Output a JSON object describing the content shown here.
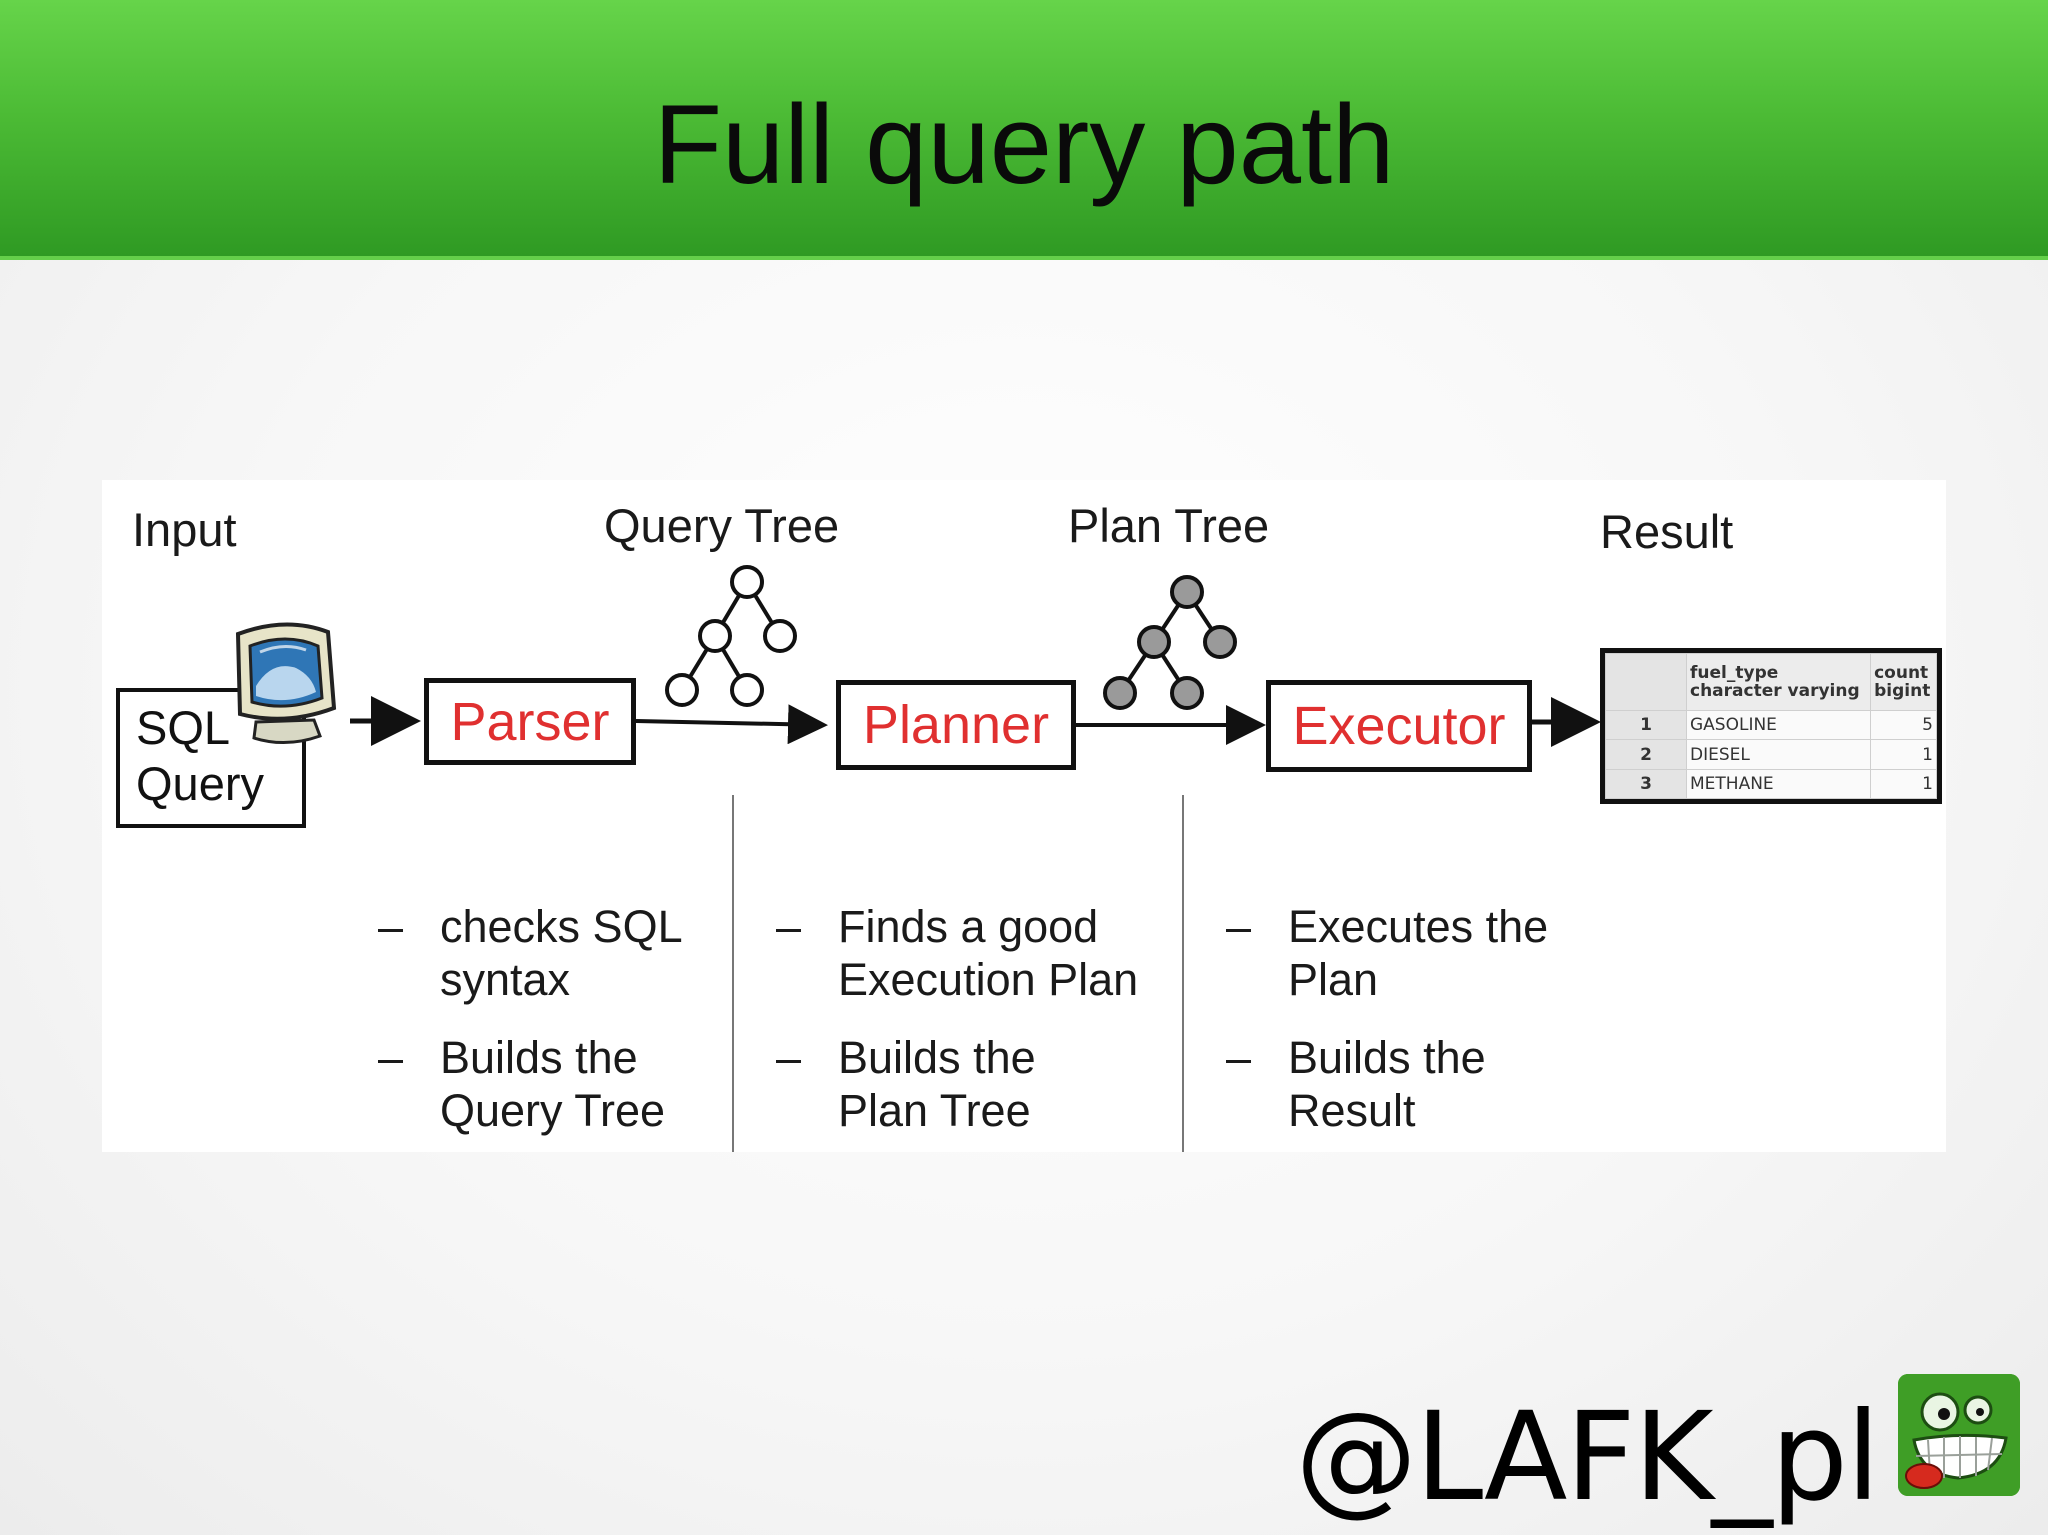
{
  "slide": {
    "title": "Full query path",
    "handle": "@LAFK_pl"
  },
  "diagram": {
    "labels": {
      "input": "Input",
      "query_tree": "Query Tree",
      "plan_tree": "Plan Tree",
      "result": "Result"
    },
    "sql_query": {
      "line1": "SQL",
      "line2": "Query"
    },
    "stages": {
      "parser": "Parser",
      "planner": "Planner",
      "executor": "Executor"
    },
    "descriptions": {
      "parser": [
        {
          "dash": "–",
          "text1": "checks SQL",
          "text2": "syntax"
        },
        {
          "dash": "–",
          "text1": "Builds the",
          "text2": "Query Tree"
        }
      ],
      "planner": [
        {
          "dash": "–",
          "text1": "Finds a good",
          "text2": "Execution Plan"
        },
        {
          "dash": "–",
          "text1": "Builds the",
          "text2": "Plan Tree"
        }
      ],
      "executor": [
        {
          "dash": "–",
          "text1": "Executes the",
          "text2": "Plan"
        },
        {
          "dash": "–",
          "text1": "Builds the",
          "text2": "Result"
        }
      ]
    },
    "result_table": {
      "headers": [
        {
          "line1": "fuel_type",
          "line2": "character varying"
        },
        {
          "line1": "count",
          "line2": "bigint"
        }
      ],
      "rows": [
        {
          "n": "1",
          "fuel_type": "GASOLINE",
          "count": "5"
        },
        {
          "n": "2",
          "fuel_type": "DIESEL",
          "count": "1"
        },
        {
          "n": "3",
          "fuel_type": "METHANE",
          "count": "1"
        }
      ]
    },
    "colors": {
      "stage_text": "#e03030",
      "plan_tree_nodes": "#9a9a9a",
      "header_green": "#4cbb35"
    }
  }
}
